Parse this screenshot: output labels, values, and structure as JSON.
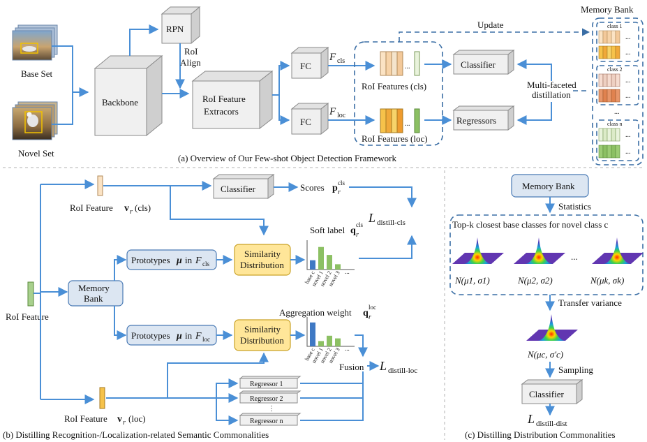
{
  "panel_a": {
    "base_set": "Base Set",
    "novel_set": "Novel Set",
    "backbone": "Backbone",
    "rpn": "RPN",
    "roi_align_1": "RoI",
    "roi_align_2": "Align",
    "roi_feature_extractor_1": "RoI Feature",
    "roi_feature_extractor_2": "Extracors",
    "fc_top": "FC",
    "fc_bottom": "FC",
    "f_cls": "F",
    "f_cls_sub": "cls",
    "f_loc": "F",
    "f_loc_sub": "loc",
    "roi_features_cls": "RoI Features (cls)",
    "roi_features_loc": "RoI Features (loc)",
    "classifier": "Classifier",
    "regressors": "Regressors",
    "update": "Update",
    "multi_faceted_1": "Multi-faceted",
    "multi_faceted_2": "distillation",
    "memory_bank_title": "Memory Bank",
    "class_1": "class 1",
    "class_2": "class 2",
    "class_n": "class n",
    "ellipsis": "...",
    "caption": "(a) Overview of Our Few-shot Object Detection Framework"
  },
  "panel_b": {
    "roi_feature_cls": "RoI Feature",
    "roi_feature_cls_sym": "v",
    "roi_feature_cls_sub": "r",
    "roi_feature_cls_tail": "(cls)",
    "classifier": "Classifier",
    "scores": "Scores",
    "scores_sym": "p",
    "scores_sub": "r",
    "scores_sup": "cls",
    "loss_cls": "L",
    "loss_cls_sub": "distill-cls",
    "soft_label": "Soft label",
    "soft_label_sym": "q",
    "soft_label_sub": "r",
    "soft_label_sup": "cls",
    "prototypes_cls": "Prototypes",
    "proto_sym": "μ",
    "proto_in": "in",
    "proto_f": "F",
    "proto_f_cls": "cls",
    "proto_f_loc": "loc",
    "prototypes_loc": "Prototypes",
    "memory_bank_1": "Memory",
    "memory_bank_2": "Bank",
    "roi_feature": "RoI Feature",
    "similarity_1": "Similarity",
    "similarity_2": "Distribution",
    "bar_labels": [
      "base c",
      "novel 1",
      "novel 2",
      "novel 3"
    ],
    "bar_ellipsis": "...",
    "aggregation_weight": "Aggregation weight",
    "agg_sym": "q",
    "agg_sub": "r",
    "agg_sup": "loc",
    "fusion": "Fusion",
    "loss_loc": "L",
    "loss_loc_sub": "distill-loc",
    "regressors": [
      "Regressor 1",
      "Regressor 2",
      "Regressor n"
    ],
    "reg_ellipsis": "⋮",
    "roi_feature_loc": "RoI Feature",
    "roi_feature_loc_sym": "v",
    "roi_feature_loc_sub": "r",
    "roi_feature_loc_tail": "(loc)",
    "caption": "(b) Distilling Recognition-/Localization-related Semantic Commonalities"
  },
  "panel_c": {
    "memory_bank": "Memory Bank",
    "statistics": "Statistics",
    "topk": "Top-k closest base classes for novel class c",
    "dist_1": "N(μ1, σ1)",
    "dist_2": "N(μ2, σ2)",
    "dist_k": "N(μk, σk)",
    "dots": "...",
    "transfer_variance": "Transfer variance",
    "dist_c": "N(μc, σ'c)",
    "sampling": "Sampling",
    "classifier": "Classifier",
    "loss": "L",
    "loss_sub": "distill-dist",
    "caption": "(c) Distilling Distribution Commonalities"
  },
  "colors": {
    "flow": "#4a8fd6",
    "box_fill": "#dce6f2",
    "similarity_fill": "#ffe699",
    "bar_blue": "#3f79c4",
    "bar_green": "#8cc063"
  },
  "chart_data": [
    {
      "type": "bar",
      "categories": [
        "base c",
        "novel 1",
        "novel 2",
        "novel 3"
      ],
      "values": [
        0.35,
        0.85,
        0.55,
        0.2
      ]
    },
    {
      "type": "bar",
      "categories": [
        "base c",
        "novel 1",
        "novel 2",
        "novel 3"
      ],
      "values": [
        0.9,
        0.2,
        0.4,
        0.3
      ]
    }
  ]
}
